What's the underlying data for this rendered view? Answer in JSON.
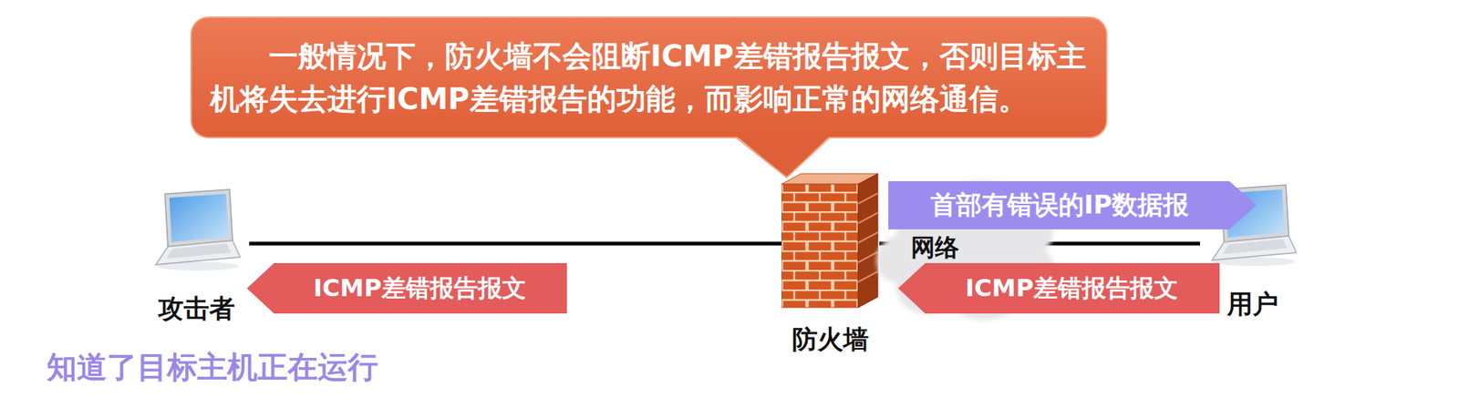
{
  "diagram": {
    "nodes": [
      {
        "text": [
          "一般情况下，防火墙不会阻断ICMP差错报告报文，否则目标主机将失去进行ICMP差错报告的功能，而影响正常的网络通信。"
        ]
      },
      {
        "text": [
          "攻击者"
        ]
      },
      {
        "text": [
          "防火墙"
        ]
      },
      {
        "text": [
          "网络"
        ]
      },
      {
        "text": [
          "用户"
        ]
      },
      {
        "text": [
          "首部有错误的IP数据报"
        ]
      },
      {
        "text": [
          "ICMP差错报告报文"
        ]
      },
      {
        "text": [
          "ICMP差错报告报文"
        ]
      }
    ],
    "edges": [
      {
        "from": 1,
        "to": 2,
        "arrow": "none"
      },
      {
        "from": 2,
        "to": 4,
        "arrow": "none"
      }
    ],
    "labels": [
      "知道了目标主机正在运行"
    ]
  }
}
